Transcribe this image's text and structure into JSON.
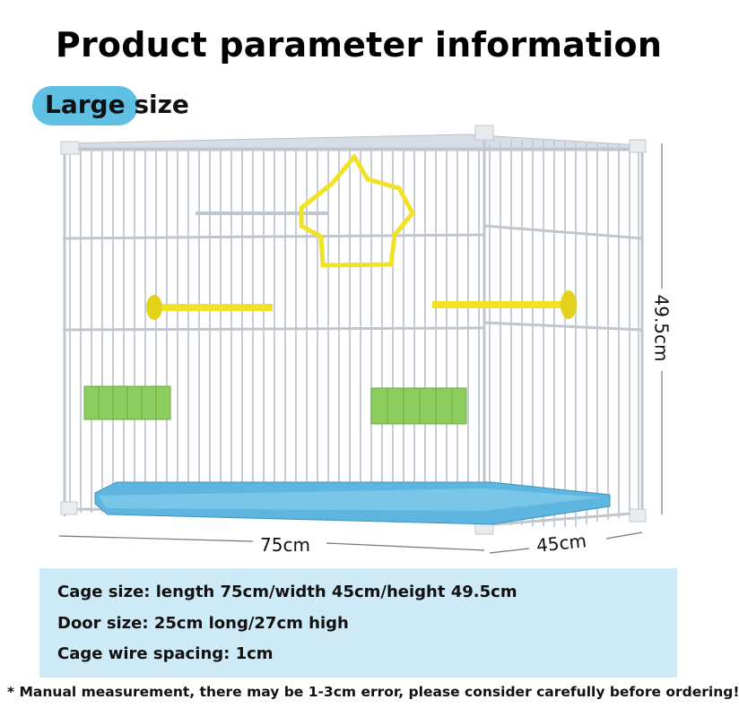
{
  "header": {
    "title": "Product parameter information"
  },
  "badge": {
    "label_part1": "Large",
    "label_part2": " size"
  },
  "dimensions": {
    "length": "75cm",
    "width": "45cm",
    "height": "49.5cm"
  },
  "specs": {
    "cage_size": "Cage size: length 75cm/width 45cm/height 49.5cm",
    "door_size": "Door size: 25cm long/27cm high",
    "wire_spacing": "Cage wire spacing: 1cm"
  },
  "note": "* Manual measurement, there may be 1-3cm error, please consider carefully before ordering!",
  "colors": {
    "badge": "#5fc0e4",
    "spec_box": "#cdeaf6",
    "tray": "#5cb6e0",
    "accessory": "#f2e225",
    "feeder": "#8dcd5e"
  }
}
